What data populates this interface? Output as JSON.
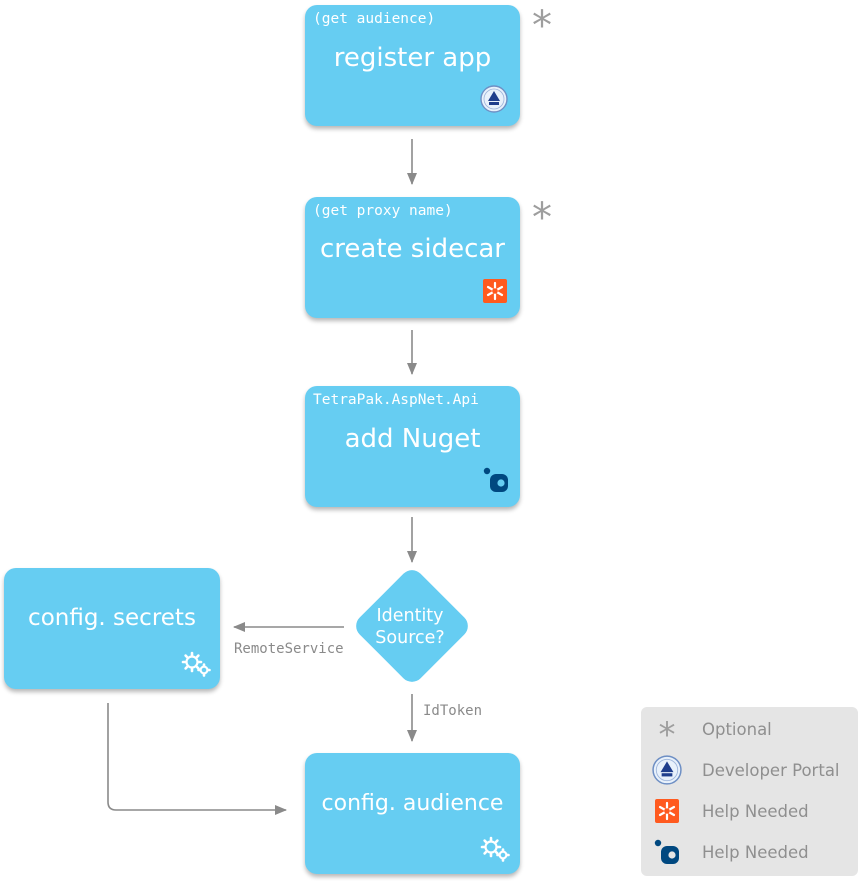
{
  "nodes": {
    "register_app": {
      "sub": "(get audience)",
      "title": "register app",
      "icon": "developer-portal-badge-icon"
    },
    "create_sidecar": {
      "sub": "(get proxy name)",
      "title": "create sidecar",
      "icon": "help-needed-orange-icon"
    },
    "add_nuget": {
      "sub": "TetraPak.AspNet.Api",
      "title": "add Nuget",
      "icon": "nuget-icon"
    },
    "identity_source": {
      "line1": "Identity",
      "line2": "Source?"
    },
    "config_secrets": {
      "title": "config. secrets",
      "icon": "gears-icon"
    },
    "config_audience": {
      "title": "config. audience",
      "icon": "gears-icon"
    }
  },
  "markers": {
    "optional": "*"
  },
  "edges": {
    "remote_service": "RemoteService",
    "id_token": "IdToken"
  },
  "legend": {
    "items": [
      {
        "icon": "asterisk-icon",
        "label": "Optional"
      },
      {
        "icon": "developer-portal-badge-icon",
        "label": "Developer Portal"
      },
      {
        "icon": "help-needed-orange-icon",
        "label": "Help Needed"
      },
      {
        "icon": "nuget-icon",
        "label": "Help Needed"
      }
    ]
  },
  "colors": {
    "node": "#66cdf2",
    "arrow": "#8a8a8a",
    "legend_bg": "#e5e5e5",
    "orange": "#ff5a1f",
    "nuget": "#004880"
  }
}
